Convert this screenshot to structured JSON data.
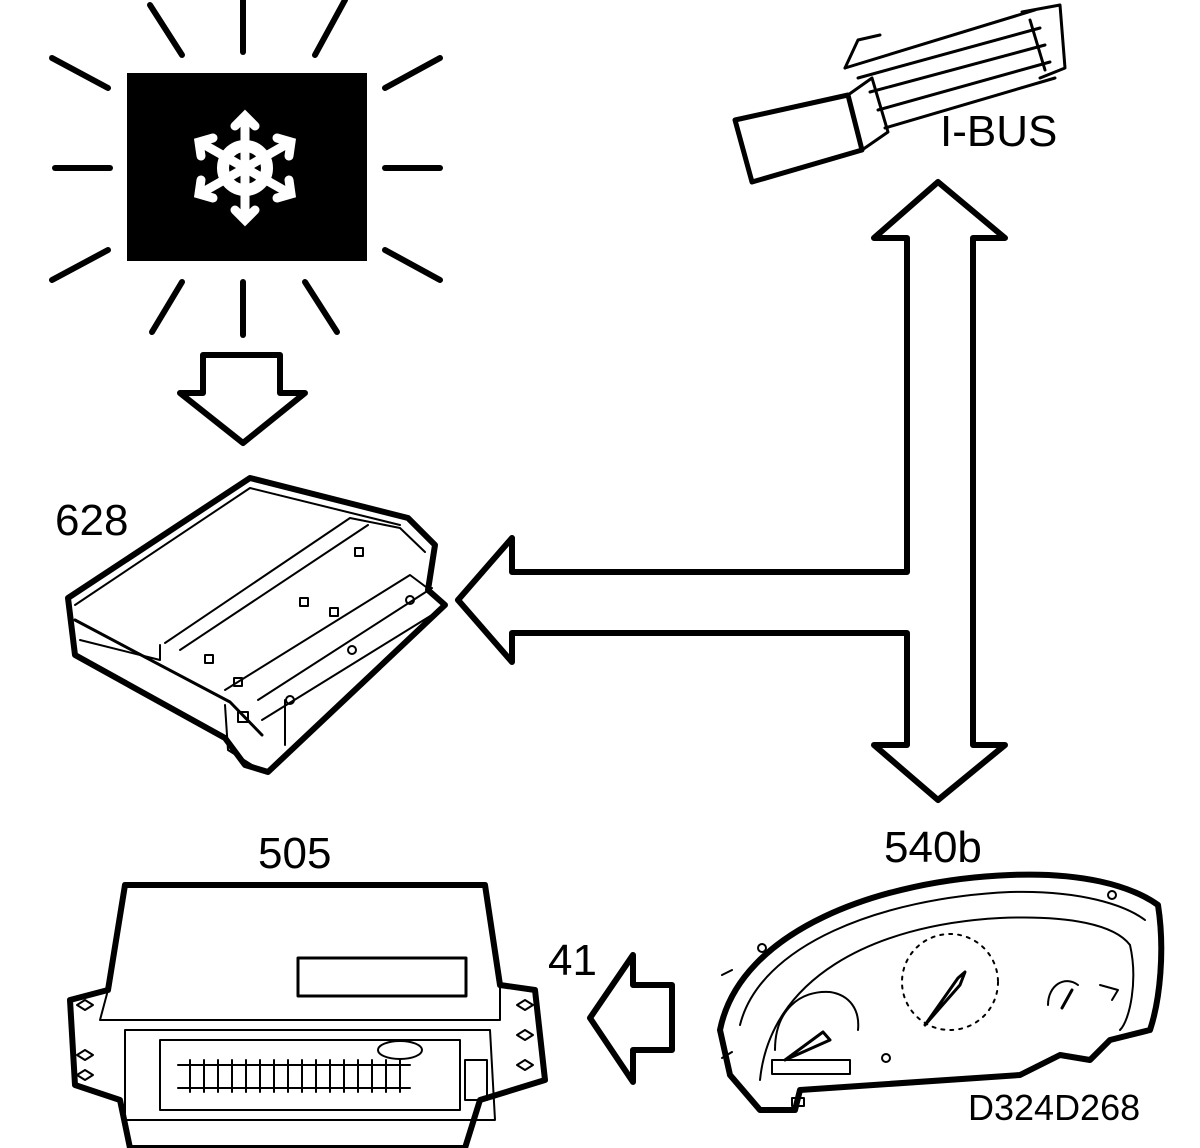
{
  "labels": {
    "ibus": "I-BUS",
    "module_628": "628",
    "module_505": "505",
    "module_540b": "540b",
    "signal_41": "41",
    "figure_code": "D324D268"
  },
  "icons": {
    "warning_lamp": "snowflake-warning-lamp-icon",
    "connector": "i-bus-connector-icon",
    "ecu_628": "control-module-628-icon",
    "ecu_505": "control-module-505-icon",
    "instrument_cluster": "instrument-cluster-540b-icon"
  },
  "colors": {
    "ink": "#000000",
    "paper": "#ffffff"
  }
}
